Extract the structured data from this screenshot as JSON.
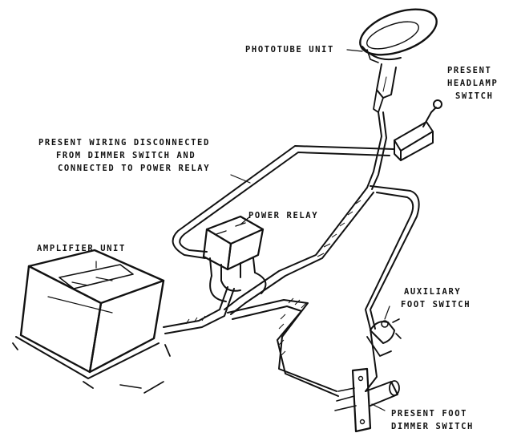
{
  "labels": {
    "phototube": "PHOTOTUBE UNIT",
    "headlamp_switch": [
      "PRESENT",
      "HEADLAMP",
      "SWITCH"
    ],
    "wiring_note": [
      "PRESENT WIRING DISCONNECTED",
      "FROM DIMMER SWITCH AND",
      "CONNECTED TO POWER RELAY"
    ],
    "power_relay": "POWER RELAY",
    "amplifier": "AMPLIFIER UNIT",
    "auxiliary_switch": [
      "AUXILIARY",
      "FOOT SWITCH"
    ],
    "dimmer_switch": [
      "PRESENT FOOT",
      "DIMMER SWITCH"
    ]
  }
}
